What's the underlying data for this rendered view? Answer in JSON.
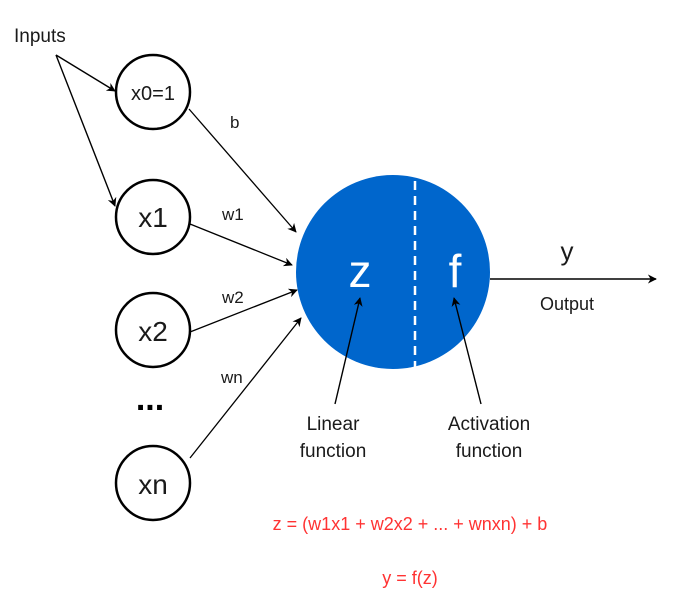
{
  "diagram": {
    "inputs_label": "Inputs",
    "input_nodes": [
      {
        "id": "x0",
        "label": "x0=1",
        "weight": "b"
      },
      {
        "id": "x1",
        "label": "x1",
        "weight": "w1"
      },
      {
        "id": "x2",
        "label": "x2",
        "weight": "w2"
      },
      {
        "id": "xn",
        "label": "xn",
        "weight": "wn"
      }
    ],
    "ellipsis": "...",
    "neuron": {
      "linear_symbol": "z",
      "activation_symbol": "f",
      "fill_color": "#0066CC"
    },
    "output": {
      "symbol": "y",
      "label": "Output"
    },
    "annotations": {
      "linear_line1": "Linear",
      "linear_line2": "function",
      "activation_line1": "Activation",
      "activation_line2": "function"
    },
    "equations": {
      "color": "#FF3333",
      "z_equation": "z = (w1x1 + w2x2 + ... + wnxn) + b",
      "y_equation": "y = f(z)"
    }
  }
}
